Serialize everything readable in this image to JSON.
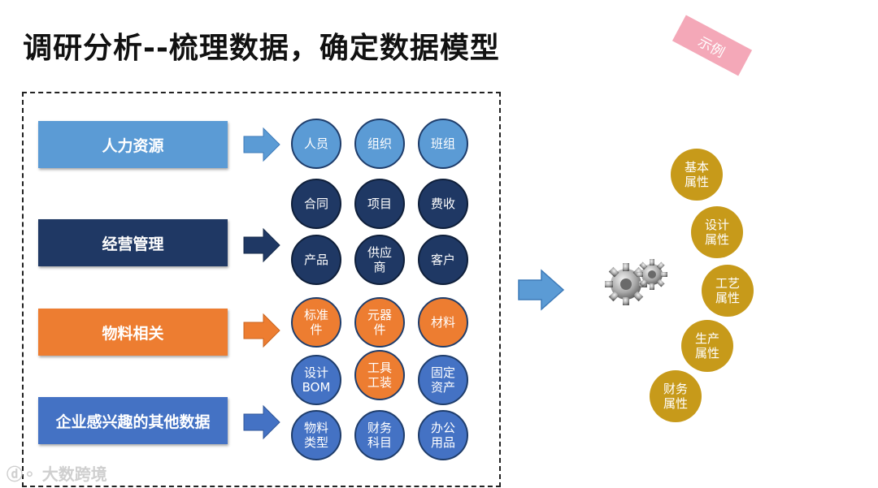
{
  "title": "调研分析--梳理数据，确定数据模型",
  "stamp": "示例",
  "categories": [
    {
      "label": "人力资源"
    },
    {
      "label": "经营管理"
    },
    {
      "label": "物料相关"
    },
    {
      "label": "企业感兴趣的其他数据"
    }
  ],
  "nodes": [
    {
      "label": "人员"
    },
    {
      "label": "组织"
    },
    {
      "label": "班组"
    },
    {
      "label": "合同"
    },
    {
      "label": "项目"
    },
    {
      "label": "费收"
    },
    {
      "label": "产品"
    },
    {
      "label": "供应\n商"
    },
    {
      "label": "客户"
    },
    {
      "label": "标准\n件"
    },
    {
      "label": "元器\n件"
    },
    {
      "label": "材料"
    },
    {
      "label": "设计\nBOM"
    },
    {
      "label": "工具\n工装"
    },
    {
      "label": "固定\n资产"
    },
    {
      "label": "物料\n类型"
    },
    {
      "label": "财务\n科目"
    },
    {
      "label": "办公\n用品"
    }
  ],
  "attributes": [
    {
      "label": "基本\n属性"
    },
    {
      "label": "设计\n属性"
    },
    {
      "label": "工艺\n属性"
    },
    {
      "label": "生产\n属性"
    },
    {
      "label": "财务\n属性"
    }
  ],
  "watermark": "大数跨境",
  "colors": {
    "hr": "#5b9bd5",
    "management": "#1f3864",
    "material": "#ed7d31",
    "other": "#4472c4",
    "attribute": "#c79a1a"
  }
}
